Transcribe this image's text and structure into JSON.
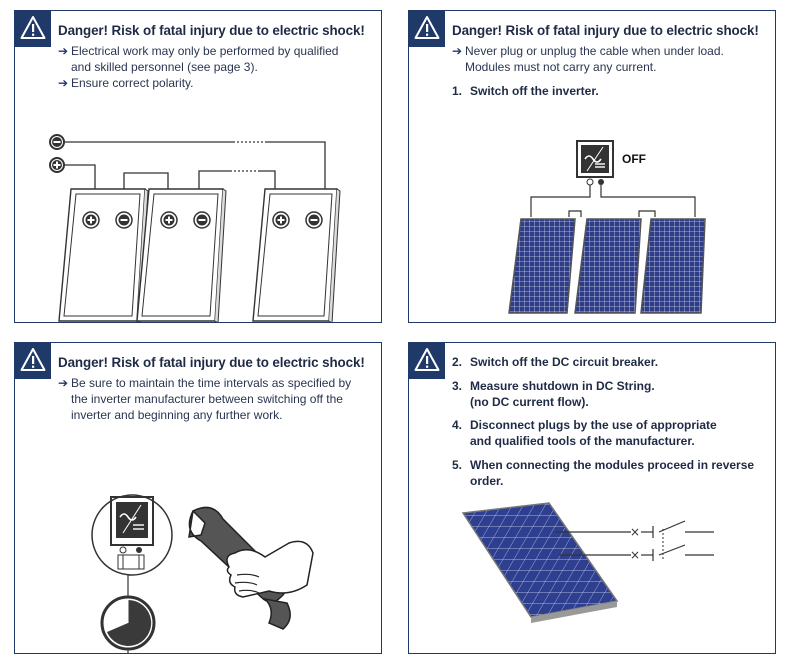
{
  "panel1": {
    "title": "Danger! Risk of fatal injury due to electric shock!",
    "bullets": [
      {
        "line1": "Electrical work may only be performed by qualified",
        "line2": "and skilled personnel (see page 3)."
      },
      {
        "line1": "Ensure correct polarity.",
        "line2": ""
      }
    ]
  },
  "panel2": {
    "title": "Danger! Risk of fatal injury due to electric shock!",
    "bullets": [
      {
        "line1": "Never plug or unplug the cable when under load.",
        "line2": "Modules must not carry any current."
      }
    ],
    "steps": [
      {
        "num": "1.",
        "line1": "Switch off the inverter.",
        "line2": ""
      }
    ],
    "off_label": "OFF"
  },
  "panel3": {
    "title": "Danger! Risk of fatal injury due to electric shock!",
    "bullets": [
      {
        "line1": "Be sure to maintain the time intervals as specified by",
        "line2": "the inverter manufacturer between switching off the",
        "line3": "inverter and beginning any further work."
      }
    ]
  },
  "panel4": {
    "steps": [
      {
        "num": "2.",
        "line1": "Switch off the DC circuit breaker.",
        "line2": ""
      },
      {
        "num": "3.",
        "line1": "Measure shutdown in DC String.",
        "line2": "(no DC current flow)."
      },
      {
        "num": "4.",
        "line1": "Disconnect plugs by the use of appropriate",
        "line2": "and qualified tools of the manufacturer."
      },
      {
        "num": "5.",
        "line1": "When connecting the modules proceed in reverse",
        "line2": "order."
      }
    ]
  },
  "icons": {
    "warning": "warning-triangle-icon",
    "arrow": "arrow-right-icon"
  },
  "colors": {
    "navy": "#1f3a68",
    "text": "#1f2a44",
    "solar_blue": "#2f3f8f"
  }
}
